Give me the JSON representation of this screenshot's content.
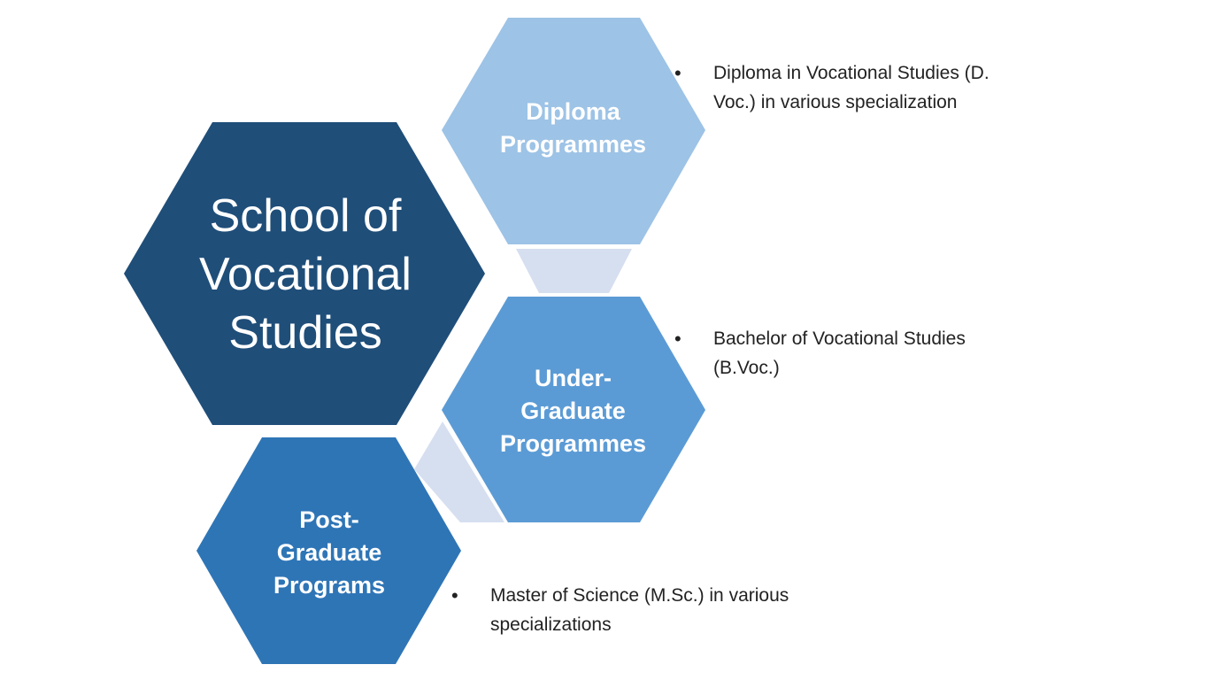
{
  "main": {
    "title": "School of\nVocational\nStudies",
    "color": "#1f4e79"
  },
  "programmes": [
    {
      "label": "Diploma\nProgrammes",
      "color": "#9dc3e6",
      "bullet": "•",
      "description": "Diploma in Vocational Studies (D.\nVoc.) in various specialization"
    },
    {
      "label": "Under-\nGraduate\nProgrammes",
      "color": "#5b9bd5",
      "bullet": "•",
      "description": "Bachelor of Vocational Studies\n(B.Voc.)"
    },
    {
      "label": "Post-\nGraduate\nPrograms",
      "color": "#2e75b6",
      "bullet": "•",
      "description": "Master of Science (M.Sc.) in various\nspecializations"
    }
  ],
  "connector_color": "#d6dff0"
}
